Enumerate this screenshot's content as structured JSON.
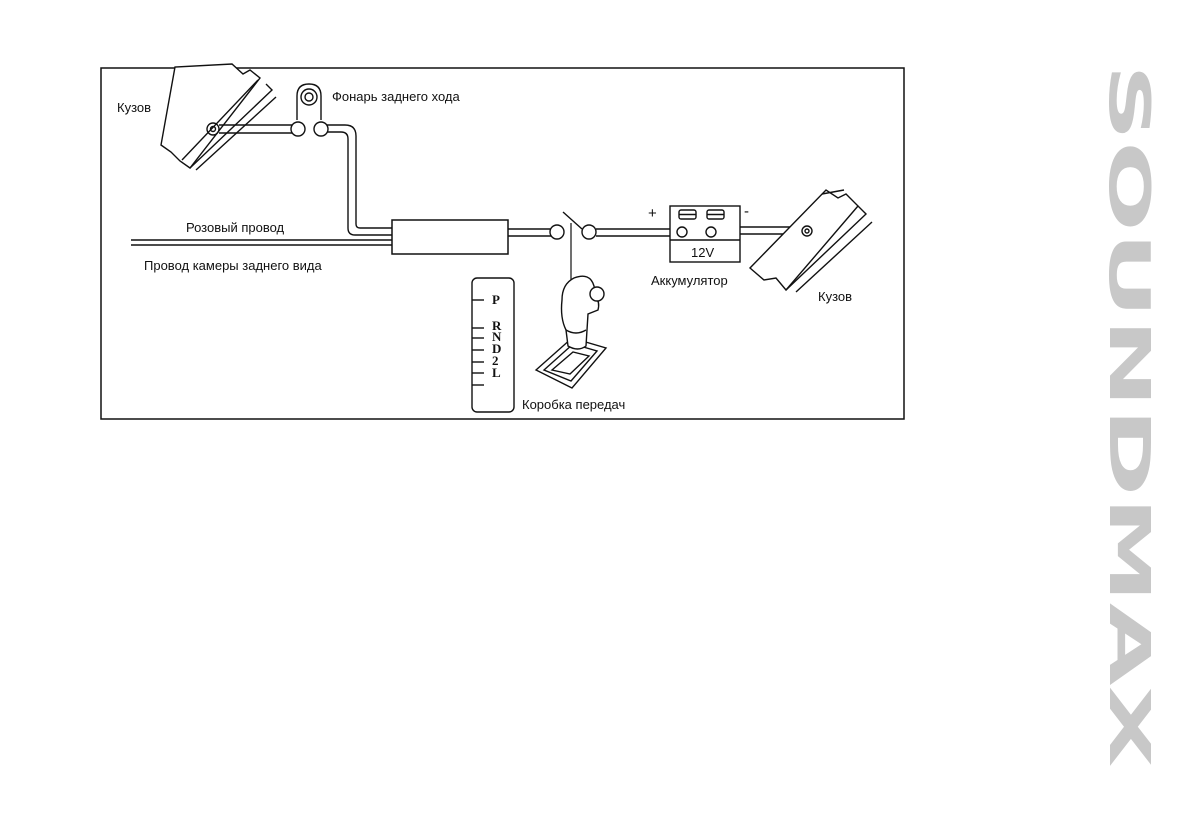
{
  "labels": {
    "body_left": "Кузов",
    "reverse_lamp": "Фонарь заднего хода",
    "pink_wire": "Розовый провод",
    "camera_wire": "Провод камеры заднего вида",
    "battery_voltage": "12V",
    "battery": "Аккумулятор",
    "body_right": "Кузов",
    "gearbox": "Коробка передач",
    "plus": "+",
    "minus": "-"
  },
  "gear_positions": [
    "P",
    "R",
    "N",
    "D",
    "2",
    "L"
  ],
  "brand_watermark": "SOUNDMAX",
  "colors": {
    "line": "#111111",
    "watermark": "#c8c8c8",
    "background": "#ffffff"
  }
}
